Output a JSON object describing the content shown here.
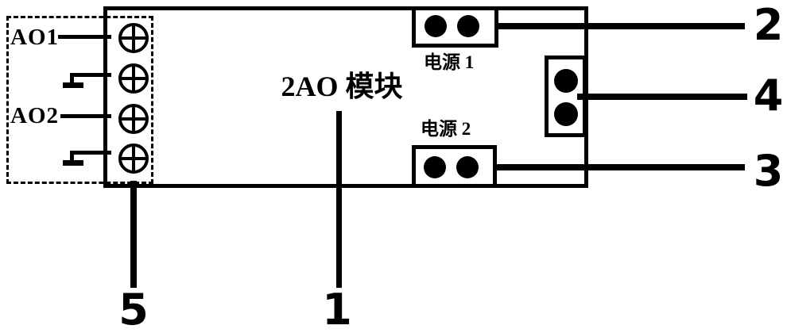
{
  "diagram": {
    "module_title": "2AO 模块",
    "outputs": [
      {
        "label": "AO1"
      },
      {
        "label": "AO2"
      }
    ],
    "power_connectors": [
      {
        "label": "电源 1"
      },
      {
        "label": "电源 2"
      }
    ],
    "callouts": [
      {
        "number": "1"
      },
      {
        "number": "2"
      },
      {
        "number": "3"
      },
      {
        "number": "4"
      },
      {
        "number": "5"
      }
    ]
  },
  "colors": {
    "ink": "#000000",
    "background": "#ffffff"
  }
}
